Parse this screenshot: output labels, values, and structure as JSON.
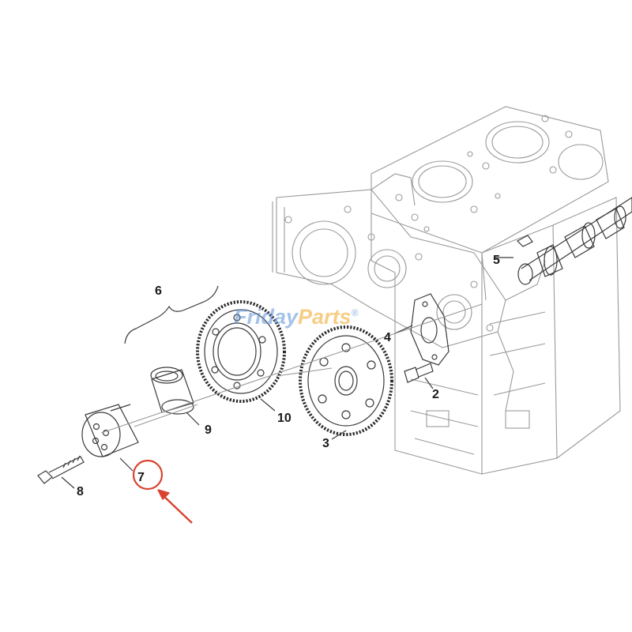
{
  "watermark": {
    "part1": "Friday",
    "part2": "Parts",
    "mark": "®"
  },
  "callouts": {
    "c2": "2",
    "c3": "3",
    "c4": "4",
    "c5": "5",
    "c6": "6",
    "c7": "7",
    "c8": "8",
    "c9": "9",
    "c10": "10"
  },
  "highlight": {
    "target_callout": "7",
    "color": "#d9432f"
  }
}
